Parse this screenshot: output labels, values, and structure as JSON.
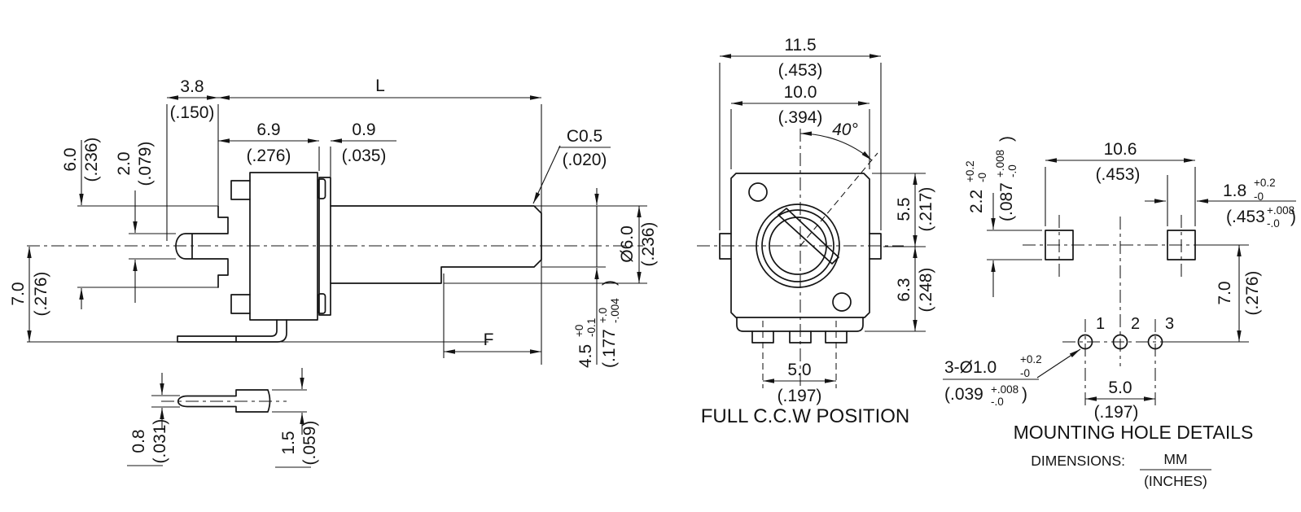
{
  "drawing": {
    "ink": "#141414",
    "background": "#ffffff"
  },
  "side_view": {
    "dims": {
      "d38": {
        "mm": "3.8",
        "in": "(.150)"
      },
      "L": "L",
      "d69": {
        "mm": "6.9",
        "in": "(.276)"
      },
      "d09": {
        "mm": "0.9",
        "in": "(.035)"
      },
      "c05": {
        "mm": "C0.5",
        "in": "(.020)"
      },
      "d60": {
        "mm": "6.0",
        "in": "(.236)"
      },
      "d20": {
        "mm": "2.0",
        "in": "(.079)"
      },
      "d70": {
        "mm": "7.0",
        "in": "(.276)"
      },
      "dia60": {
        "mm": "Ø6.0",
        "in": "(.236)"
      },
      "d45": {
        "mm": "4.5",
        "mm_sup": "+0",
        "mm_sub": "-0.1",
        "in_open": "(.177",
        "in_sup": "+.0",
        "in_sub": "-.004",
        "in_close": ")"
      },
      "F": "F",
      "d08": {
        "mm": "0.8",
        "in": "(.031)"
      },
      "d15": {
        "mm": "1.5",
        "in": "(.059)"
      }
    }
  },
  "front_view": {
    "caption": "FULL C.C.W POSITION",
    "dims": {
      "d115": {
        "mm": "11.5",
        "in": "(.453)"
      },
      "d100": {
        "mm": "10.0",
        "in": "(.394)"
      },
      "a40": "40°",
      "d55": {
        "mm": "5.5",
        "in": "(.217)"
      },
      "d63": {
        "mm": "6.3",
        "in": "(.248)"
      },
      "d50": {
        "mm": "5.0",
        "in": "(.197)"
      }
    }
  },
  "mounting_view": {
    "title": "MOUNTING HOLE DETAILS",
    "pins": [
      "1",
      "2",
      "3"
    ],
    "dims": {
      "d22": {
        "mm": "2.2",
        "mm_sup": "+0.2",
        "mm_sub": "-0",
        "in_open": "(.087",
        "in_sup": "+.008",
        "in_sub": "-.0",
        "in_close": ")"
      },
      "d106": {
        "mm": "10.6",
        "in": "(.453)"
      },
      "d18": {
        "mm": "1.8",
        "mm_sup": "+0.2",
        "mm_sub": "-0",
        "in_open": "(.453",
        "in_sup": "+.008",
        "in_sub": "-.0",
        "in_close": ")"
      },
      "d70": {
        "mm": "7.0",
        "in": "(.276)"
      },
      "hole": {
        "mm": "3-Ø1.0",
        "mm_sup": "+0.2",
        "mm_sub": "-0",
        "in_open": "(.039",
        "in_sup": "+.008",
        "in_sub": "-.0",
        "in_close": ")"
      },
      "d50": {
        "mm": "5.0",
        "in": "(.197)"
      }
    },
    "legend": {
      "label": "DIMENSIONS:",
      "num": "MM",
      "den": "(INCHES)"
    }
  }
}
